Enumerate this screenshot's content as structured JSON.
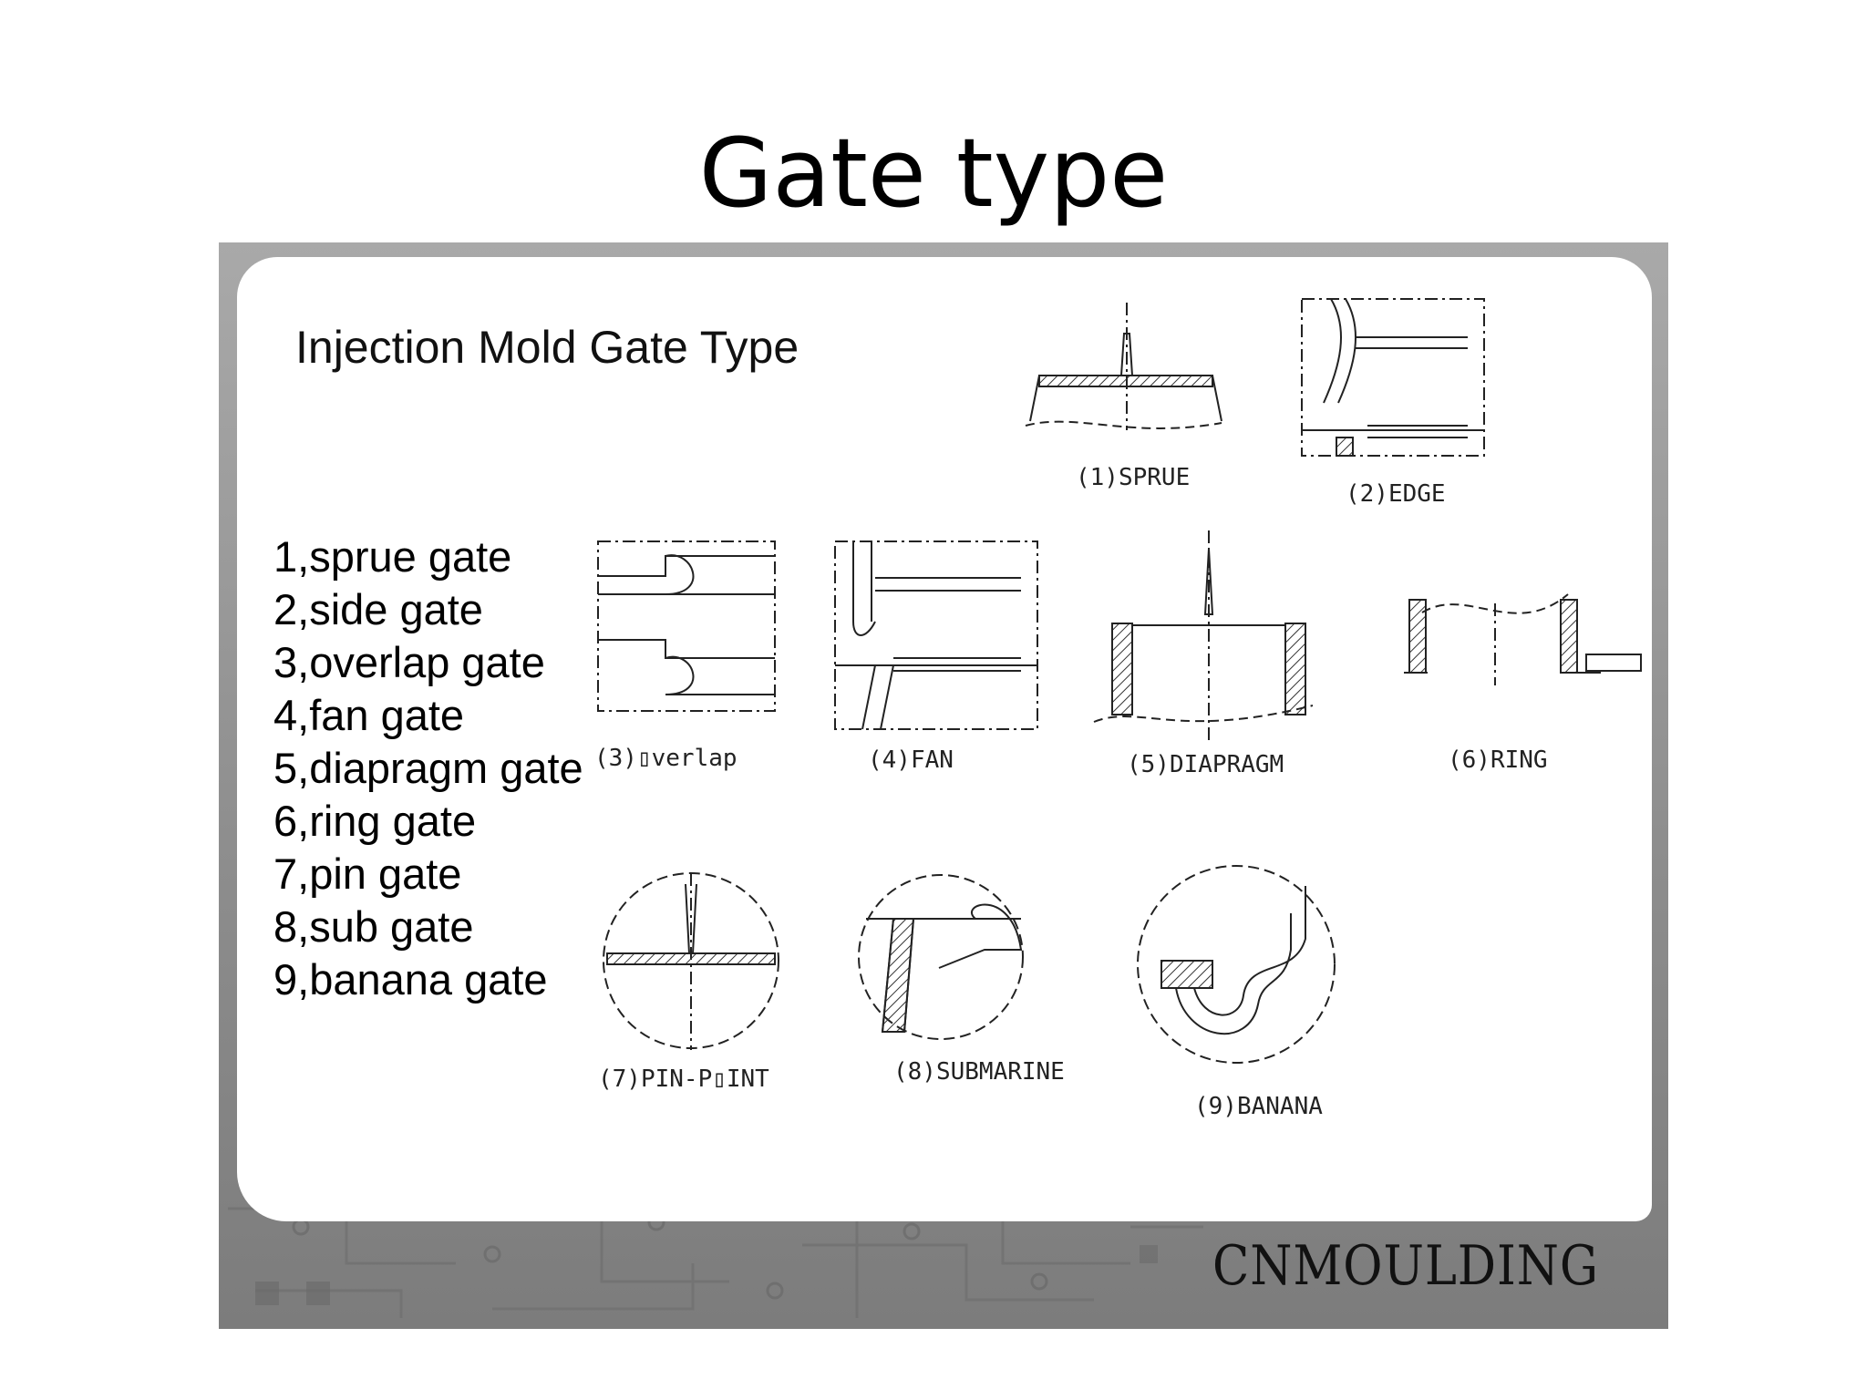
{
  "slide": {
    "title": "Gate type"
  },
  "panel": {
    "heading": "Injection Mold Gate Type",
    "gate_list": [
      "1,sprue gate",
      "2,side gate",
      "3,overlap gate",
      "4,fan gate",
      "5,diapragm gate",
      "6,ring gate",
      "7,pin gate",
      "8,sub gate",
      "9,banana gate"
    ],
    "captions": {
      "sprue": "(1)SPRUE",
      "edge": "(2)EDGE",
      "overlap": "(3)▯verlap",
      "fan": "(4)FAN",
      "diapragm": "(5)DIAPRAGM",
      "ring": "(6)RING",
      "pin_point": "(7)PIN-P▯INT",
      "submarine": "(8)SUBMARINE",
      "banana": "(9)BANANA"
    },
    "brand": "CNMOULDING"
  }
}
